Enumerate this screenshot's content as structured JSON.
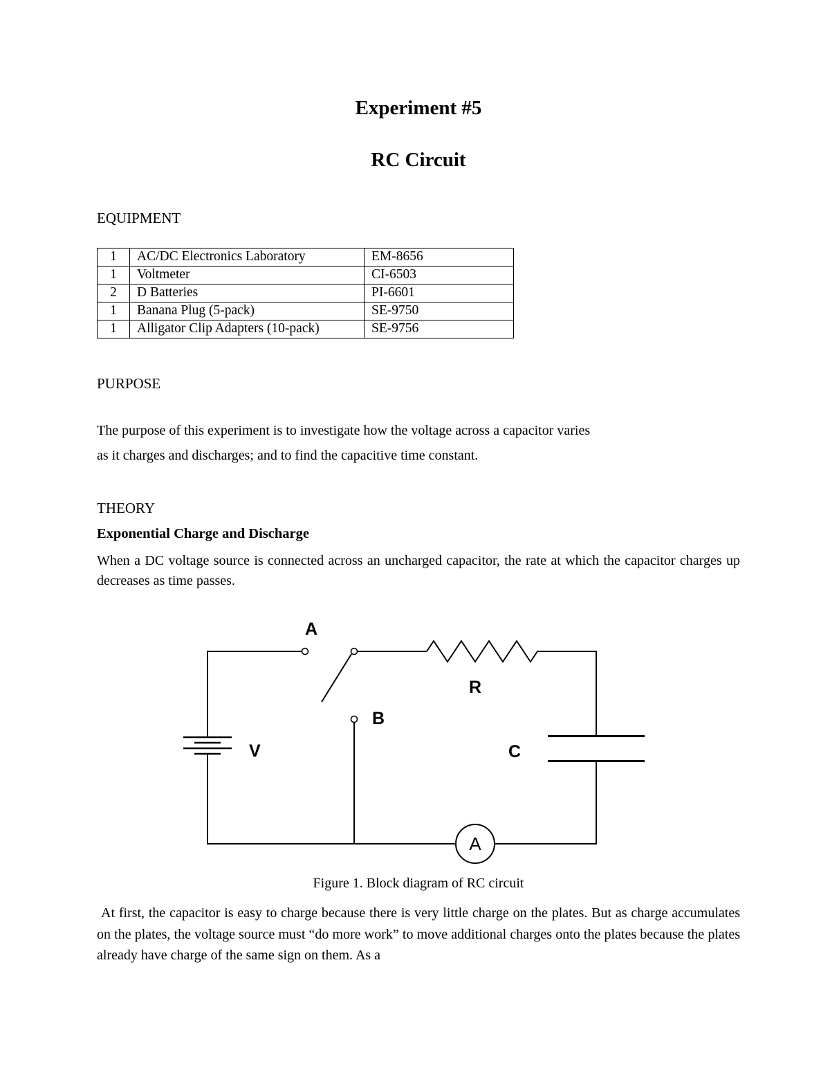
{
  "document": {
    "title": "Experiment #5",
    "subtitle": "RC Circuit"
  },
  "equipment": {
    "heading": "EQUIPMENT",
    "rows": [
      {
        "qty": "1",
        "item": "AC/DC Electronics Laboratory",
        "part": "EM-8656"
      },
      {
        "qty": "1",
        "item": "Voltmeter",
        "part": "CI-6503"
      },
      {
        "qty": "2",
        "item": "D Batteries",
        "part": "PI-6601"
      },
      {
        "qty": "1",
        "item": "Banana Plug (5-pack)",
        "part": "SE-9750"
      },
      {
        "qty": "1",
        "item": "Alligator Clip Adapters (10-pack)",
        "part": "SE-9756"
      }
    ]
  },
  "purpose": {
    "heading": "PURPOSE",
    "line1": "The purpose of this experiment is to investigate how the voltage across a capacitor varies",
    "line2": "as it charges and discharges; and to find the capacitive time constant."
  },
  "theory": {
    "heading": "THEORY",
    "subheading": "Exponential Charge and Discharge",
    "paragraph": "When a DC voltage source is connected across an uncharged capacitor, the rate at which the capacitor charges up decreases as time passes."
  },
  "figure": {
    "caption": "Figure 1. Block diagram of RC circuit",
    "labels": {
      "switch_pole_a": "A",
      "switch_pole_b": "B",
      "resistor": "R",
      "capacitor": "C",
      "battery": "V",
      "ammeter": "A"
    }
  },
  "body_text": {
    "closing_paragraph": "At first, the capacitor is easy to charge because there is very little charge on the plates. But as charge accumulates on the plates, the voltage source must “do more work” to move additional charges onto the plates because the plates already have charge of the same sign on them. As a"
  }
}
